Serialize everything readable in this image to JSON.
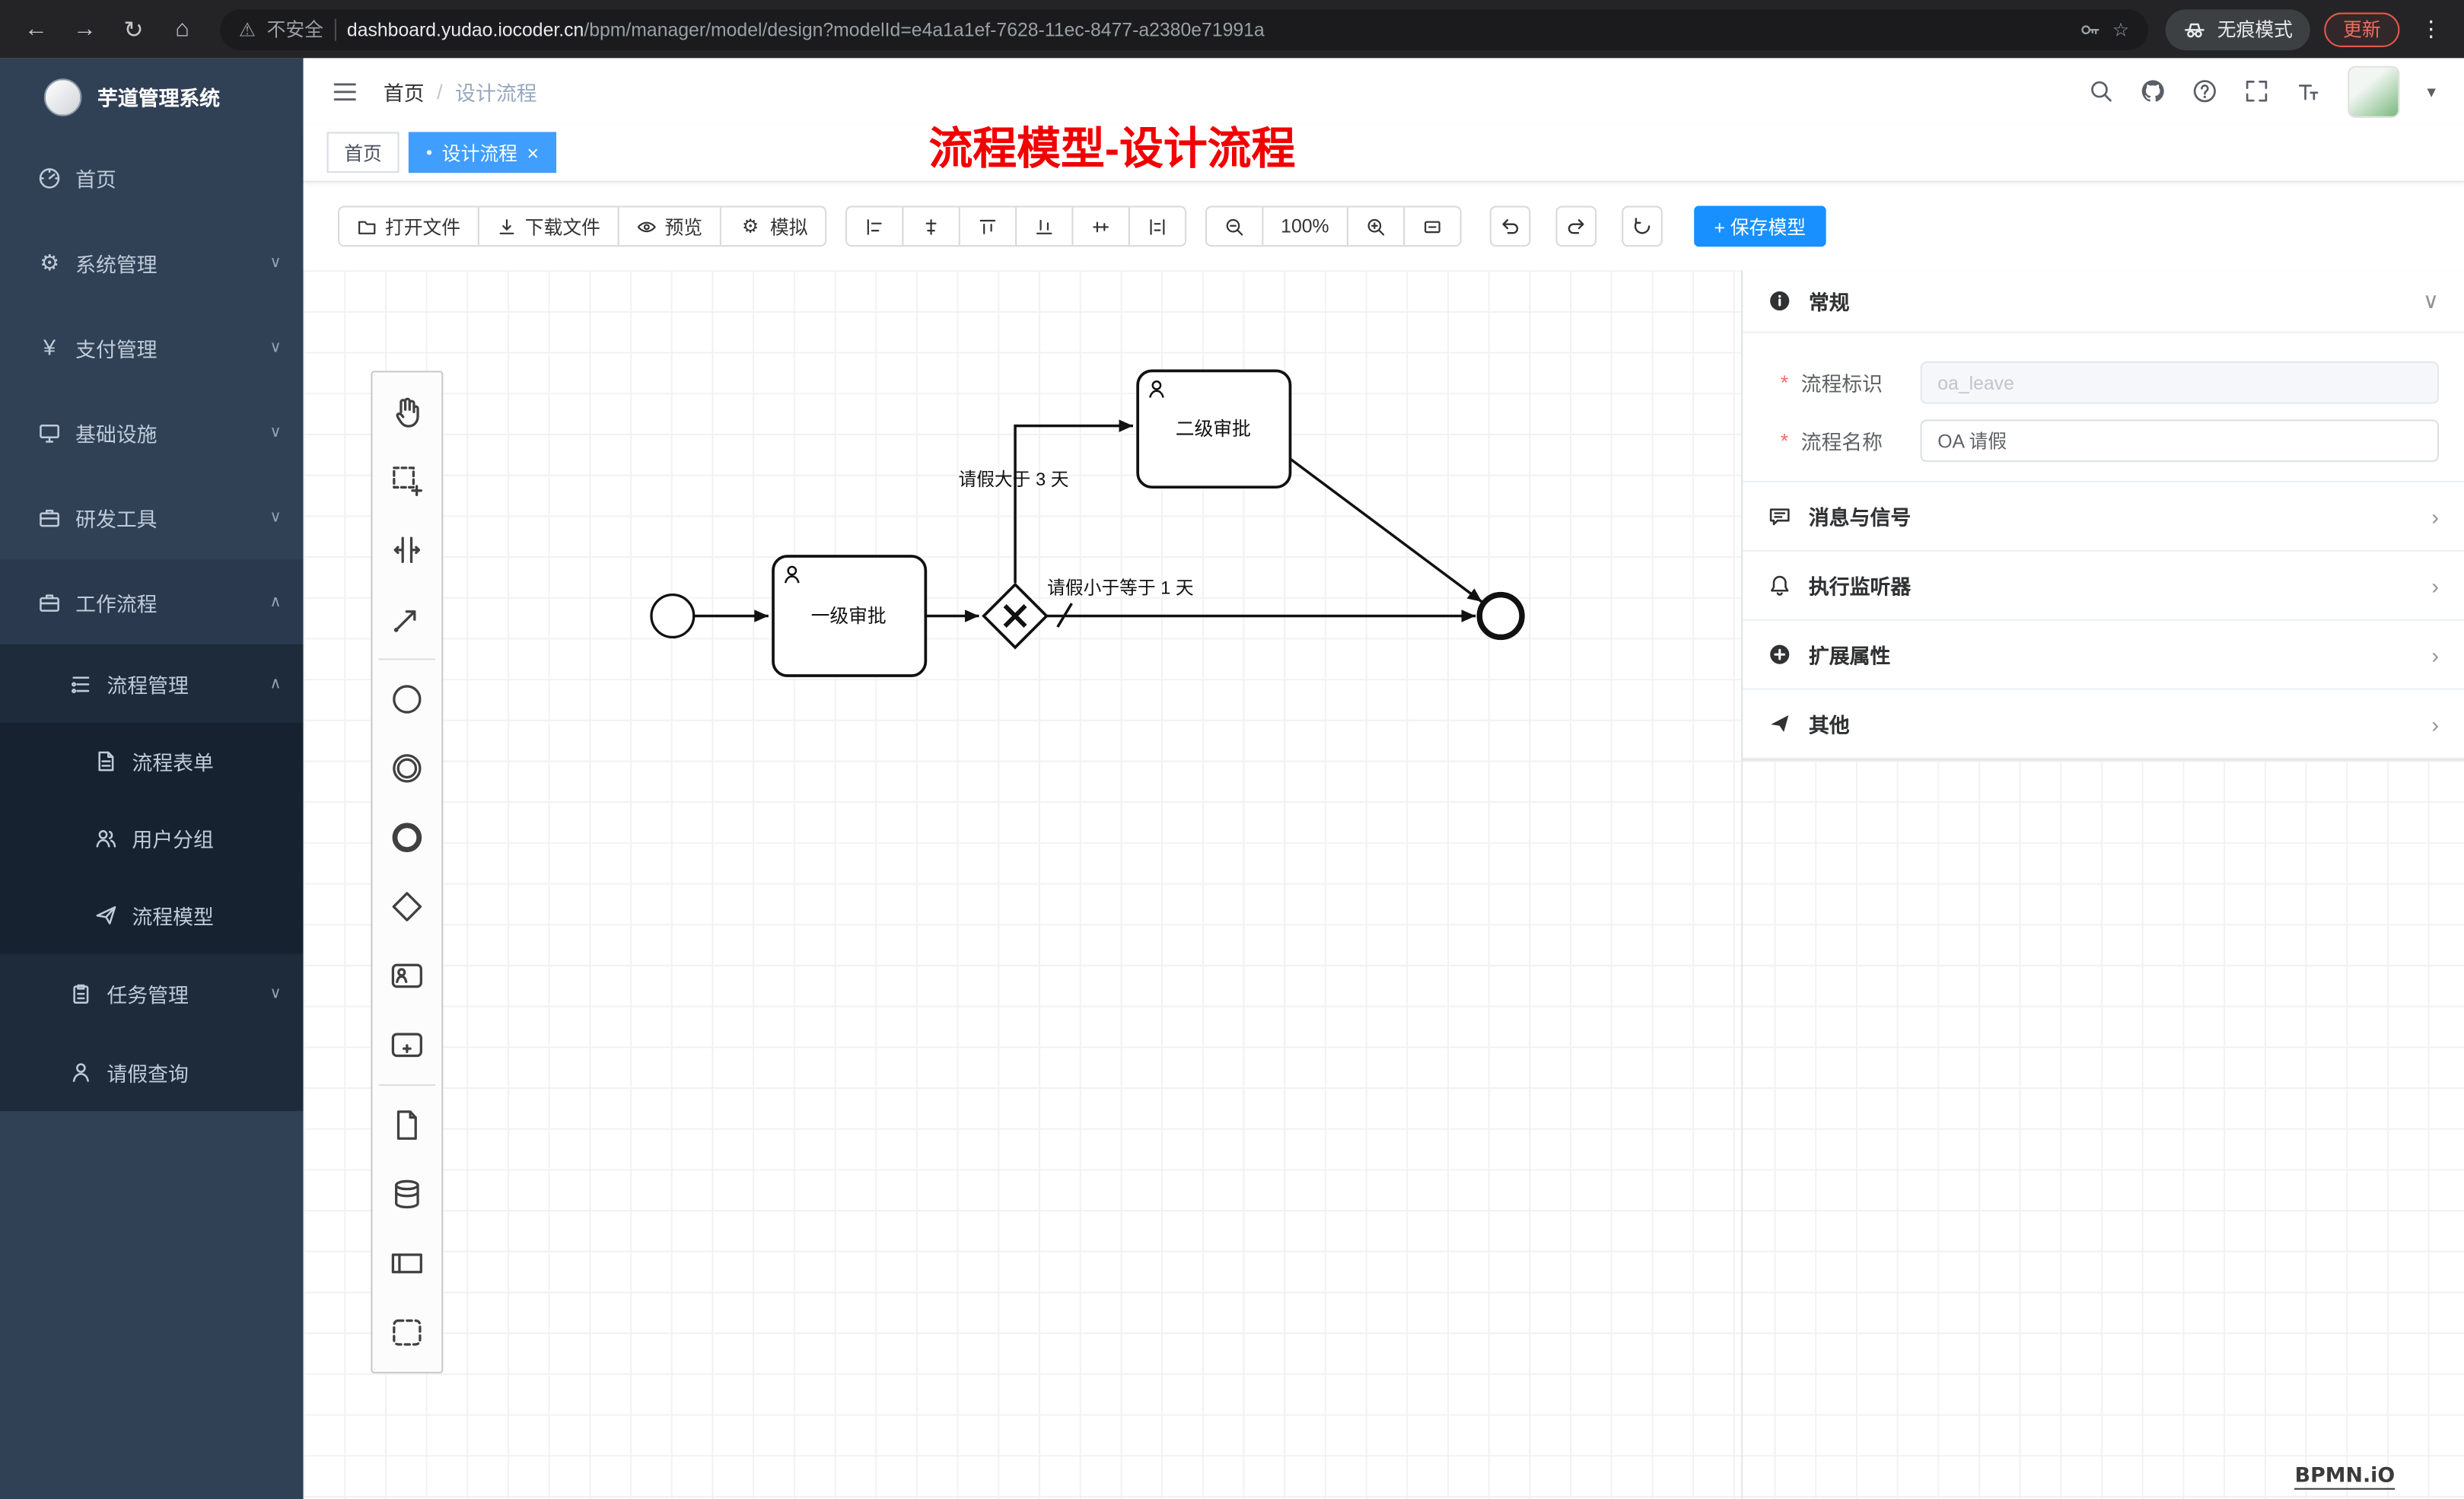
{
  "icons": {
    "back": "←",
    "forward": "→",
    "reload": "↻",
    "home": "⌂",
    "warning": "⚠",
    "star": "☆",
    "kebab": "⋮",
    "gear": "⚙",
    "yen": "¥",
    "caret_down": "▾",
    "crumb_sep": "/",
    "tab_dot": "●",
    "tab_close": "×",
    "chev_down": "∨",
    "chev_up": "∧",
    "chev_right": "›",
    "required": "*"
  },
  "browser": {
    "security_label": "不安全",
    "url_host": "dashboard.yudao.iocoder.cn",
    "url_path": "/bpm/manager/model/design?modelId=e4a1a1ef-7628-11ec-8477-a2380e71991a",
    "incognito_label": "无痕模式",
    "update_label": "更新"
  },
  "sidebar": {
    "app_title": "芋道管理系统",
    "items": [
      {
        "label": "首页"
      },
      {
        "label": "系统管理"
      },
      {
        "label": "支付管理"
      },
      {
        "label": "基础设施"
      },
      {
        "label": "研发工具"
      },
      {
        "label": "工作流程"
      }
    ],
    "workflow_children": [
      {
        "label": "流程管理"
      },
      {
        "label": "流程表单"
      },
      {
        "label": "用户分组"
      },
      {
        "label": "流程模型"
      },
      {
        "label": "任务管理"
      },
      {
        "label": "请假查询"
      }
    ]
  },
  "header": {
    "breadcrumb": [
      "首页",
      "设计流程"
    ],
    "annotation": "流程模型-设计流程"
  },
  "tabs": [
    {
      "label": "首页"
    },
    {
      "label": "设计流程"
    }
  ],
  "toolbar": {
    "open_file": "打开文件",
    "download_file": "下载文件",
    "preview": "预览",
    "simulate": "模拟",
    "zoom_level": "100%",
    "save_model": "+ 保存模型"
  },
  "diagram": {
    "nodes": [
      {
        "id": "start",
        "type": "start-event"
      },
      {
        "id": "task1",
        "type": "user-task",
        "label": "一级审批"
      },
      {
        "id": "gateway",
        "type": "exclusive-gateway"
      },
      {
        "id": "task2",
        "type": "user-task",
        "label": "二级审批"
      },
      {
        "id": "end",
        "type": "end-event"
      }
    ],
    "edges": [
      {
        "from": "start",
        "to": "task1"
      },
      {
        "from": "task1",
        "to": "gateway"
      },
      {
        "from": "gateway",
        "to": "task2",
        "label": "请假大于 3 天"
      },
      {
        "from": "gateway",
        "to": "end",
        "label": "请假小于等于 1 天"
      },
      {
        "from": "task2",
        "to": "end"
      }
    ]
  },
  "properties": {
    "sections": [
      "常规",
      "消息与信号",
      "执行监听器",
      "扩展属性",
      "其他"
    ],
    "fields": [
      {
        "label": "流程标识",
        "value": "oa_leave"
      },
      {
        "label": "流程名称",
        "value": "OA 请假"
      }
    ]
  },
  "watermark": "BPMN.iO"
}
